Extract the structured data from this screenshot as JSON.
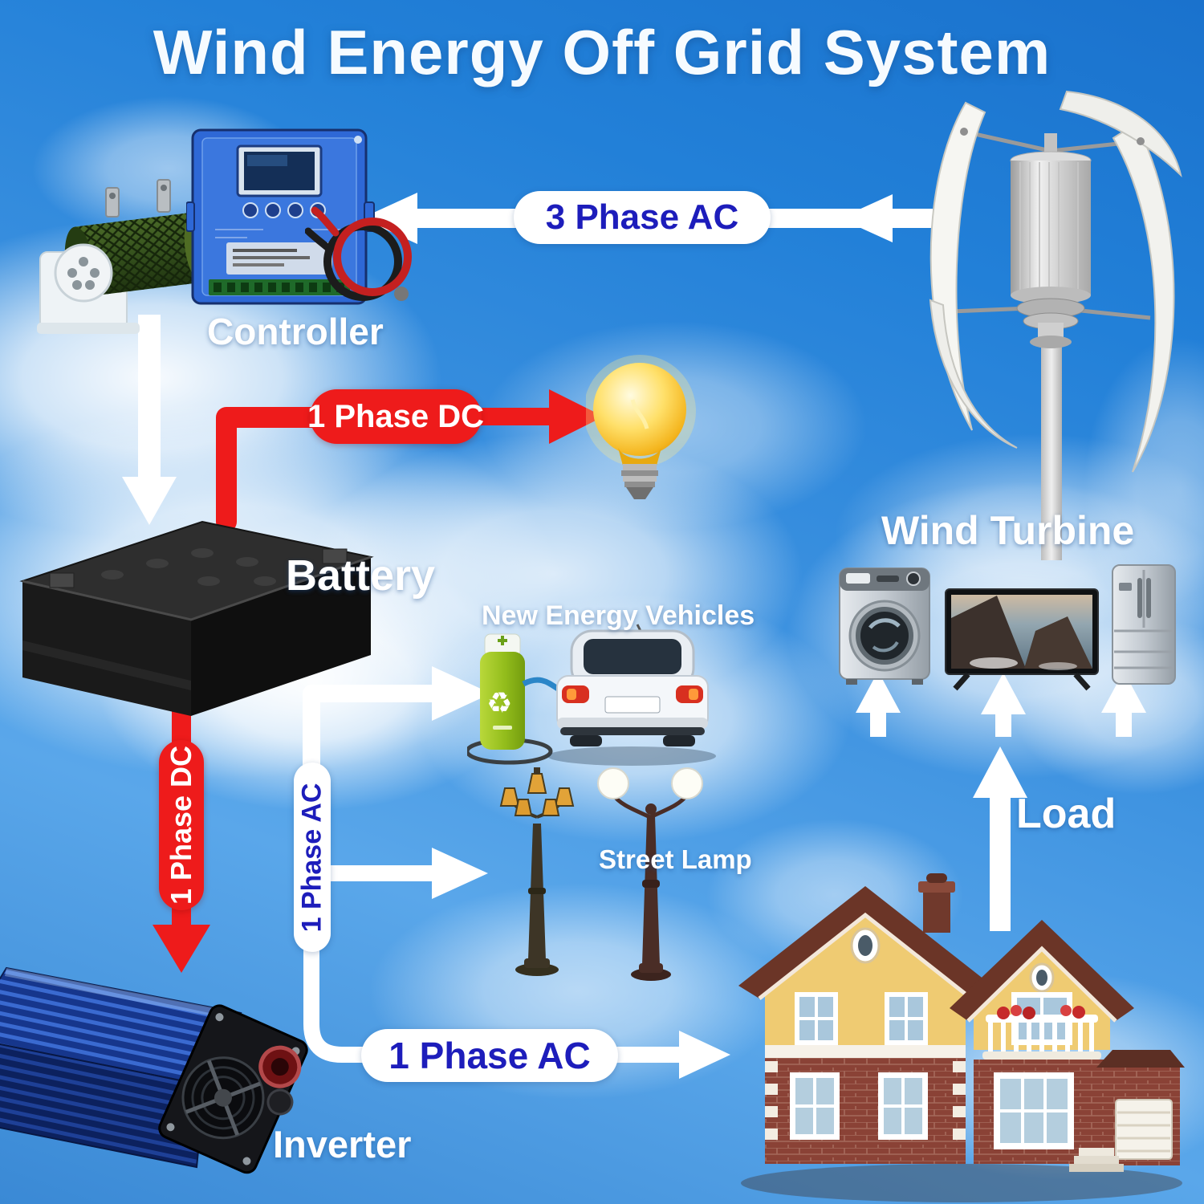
{
  "title": "Wind Energy Off Grid System",
  "labels": {
    "controller": "Controller",
    "battery": "Battery",
    "wind_turbine": "Wind Turbine",
    "inverter": "Inverter",
    "load": "Load",
    "new_energy_vehicles": "New Energy Vehicles",
    "street_lamp": "Street Lamp"
  },
  "flows": {
    "three_phase_ac": "3 Phase AC",
    "dc_to_bulb": "1 Phase DC",
    "dc_to_inverter": "1 Phase DC",
    "ac_from_inverter": "1 Phase AC",
    "ac_to_house": "1 Phase AC"
  },
  "colors": {
    "sky_blue": "#2e86d8",
    "flow_red": "#ee1b1b",
    "flow_white": "#ffffff",
    "flow_text_blue": "#1d1dbb",
    "label_white": "#ffffff"
  }
}
